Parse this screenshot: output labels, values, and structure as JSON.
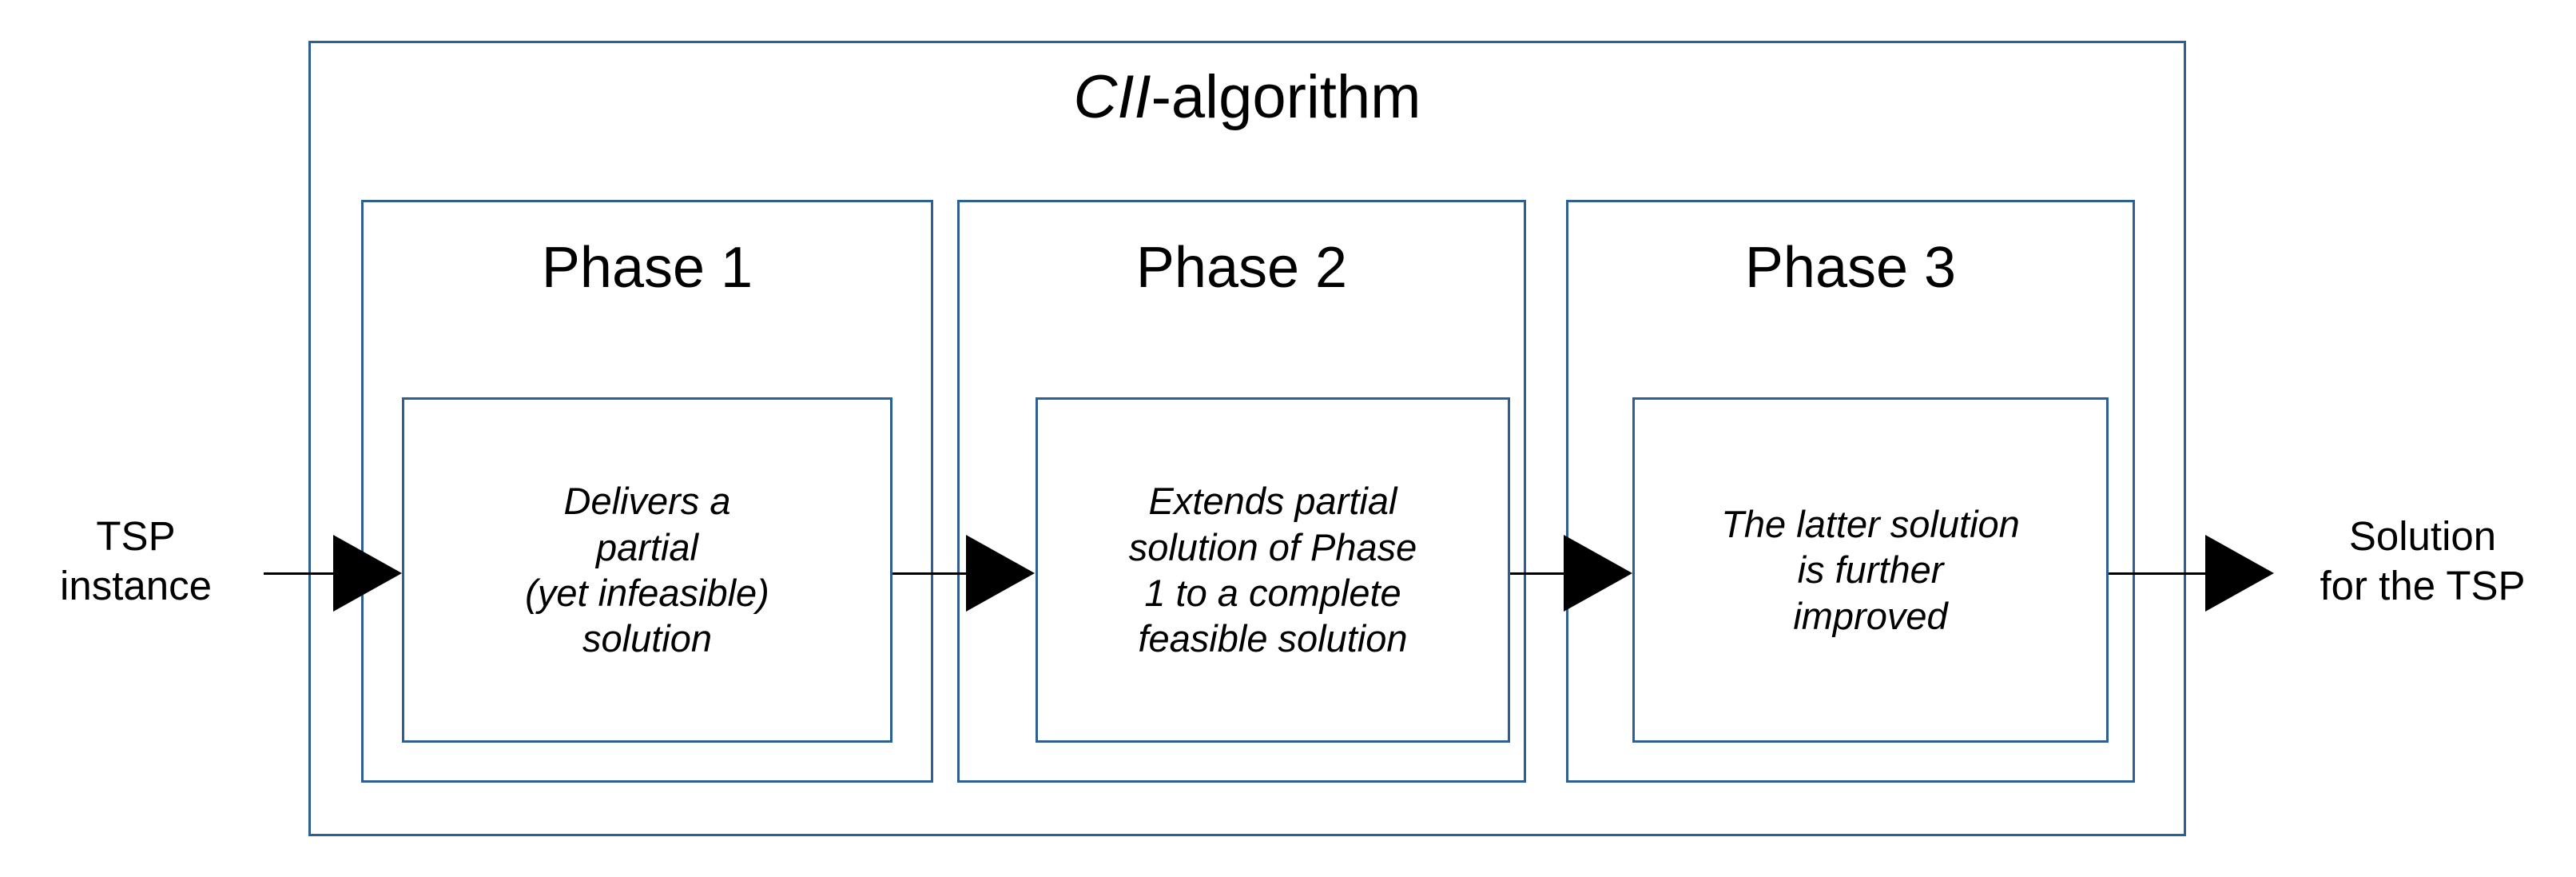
{
  "diagram": {
    "title_emphasis": "CII",
    "title_rest": "-algorithm",
    "title_full": "CII-algorithm",
    "border_color": "#2e5f92",
    "text_color": "#000000",
    "background_color": "#ffffff"
  },
  "input": {
    "label": "TSP\ninstance"
  },
  "output": {
    "label": "Solution\nfor the TSP"
  },
  "phases": [
    {
      "title": "Phase 1",
      "description": "Delivers a\npartial\n(yet infeasible)\nsolution"
    },
    {
      "title": "Phase 2",
      "description": "Extends partial\nsolution of Phase\n1 to a complete\nfeasible solution"
    },
    {
      "title": "Phase 3",
      "description": "The latter solution\nis further\nimproved"
    }
  ],
  "connectors": [
    {
      "name": "input-to-phase-1"
    },
    {
      "name": "phase-1-to-phase-2"
    },
    {
      "name": "phase-2-to-phase-3"
    },
    {
      "name": "phase-3-to-output"
    }
  ]
}
